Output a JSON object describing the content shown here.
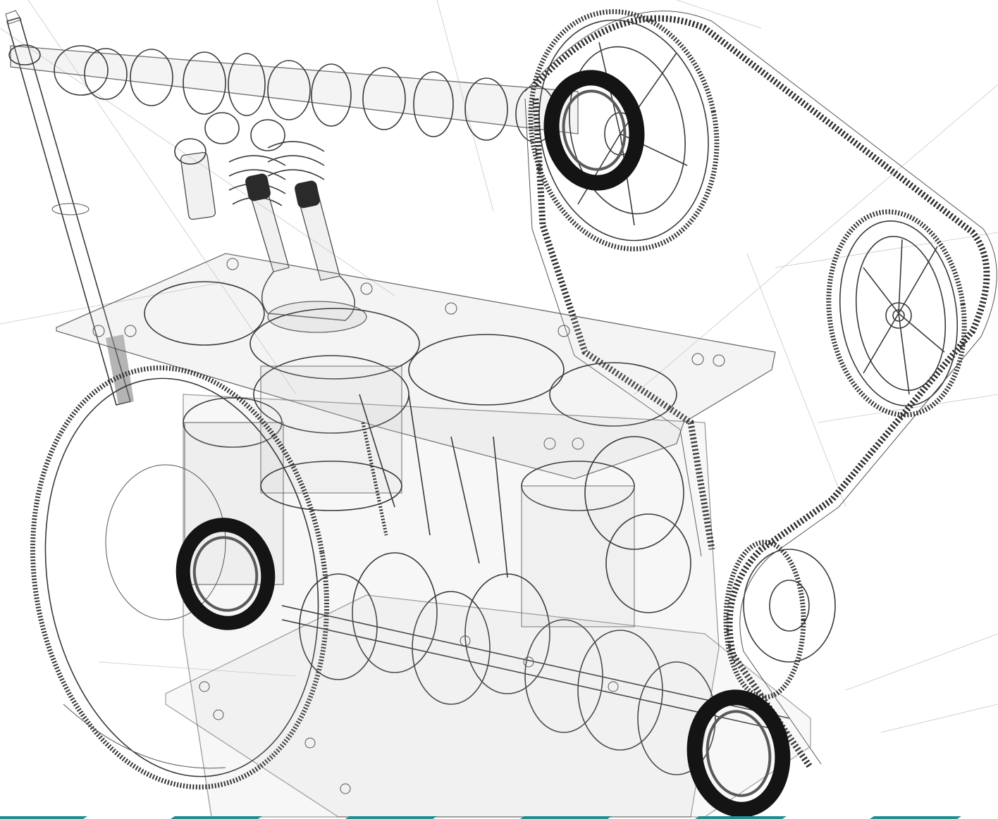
{
  "illustration": {
    "subject": "engine-timing-assembly",
    "background_color": "#ffffff",
    "line_color": "#3a3a3a",
    "seal_color": "#141414",
    "accent_strip_color": "#1f8f8f"
  },
  "accent_strips": [
    {
      "name": "accent-strip-1"
    },
    {
      "name": "accent-strip-2"
    },
    {
      "name": "accent-strip-3"
    },
    {
      "name": "accent-strip-4"
    },
    {
      "name": "accent-strip-5"
    },
    {
      "name": "accent-strip-6"
    }
  ]
}
